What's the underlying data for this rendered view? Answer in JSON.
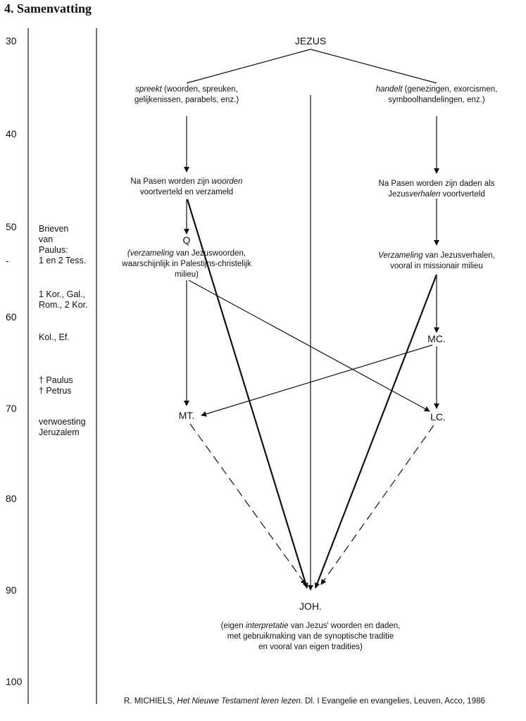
{
  "title": "4. Samenvatting",
  "years": [
    "30",
    "40",
    "50",
    "-",
    "60",
    "70",
    "80",
    "90",
    "100"
  ],
  "events": {
    "brieven": [
      "Brieven",
      "van",
      "Paulus:",
      "1 en 2 Tess."
    ],
    "kor": [
      "1 Kor., Gal.,",
      "Rom., 2 Kor."
    ],
    "kol": "Kol., Ef.",
    "dood": [
      "† Paulus",
      "† Petrus"
    ],
    "verwoesting": [
      "verwoesting",
      "Jeruzalem"
    ]
  },
  "nodes": {
    "jezus": "JEZUS",
    "spreekt": {
      "em": "spreekt",
      "rest": " (woorden, spreuken,",
      "line2": "gelijkenissen, parabels, enz.)"
    },
    "handelt": {
      "em": "handelt",
      "rest": " (genezingen, exorcismen,",
      "line2": "symboolhandelingen, enz.)"
    },
    "pasen_woorden": {
      "a": "Na Pasen worden zijn ",
      "em": "woorden",
      "line2": "voortverteld en verzameld"
    },
    "pasen_daden": {
      "line1": "Na Pasen worden zijn daden als",
      "a": "Jezus",
      "em": "verhalen",
      "b": " voortverteld"
    },
    "q": "Q",
    "q_desc": {
      "em": "(verzameling",
      "rest": " van Jezuswoorden,",
      "line2": "waarschijnlijk in Palestijns-christelijk",
      "line3": "milieu)"
    },
    "verz": {
      "em": "Verzameling",
      "rest": " van Jezusverhalen,",
      "line2": "vooral in missionair milieu"
    },
    "mc": "MC.",
    "mt": "MT.",
    "lc": "LC.",
    "joh": "JOH.",
    "joh_desc": {
      "a": "(eigen ",
      "em": "interpretatie",
      "b": " van Jezus' woorden en daden,",
      "line2": "met gebruikmaking van de synoptische traditie",
      "line3": "en vooral van eigen tradities)"
    }
  },
  "citation": {
    "a": "R. MICHIELS, ",
    "em": "Het Nieuwe Testament leren lezen.",
    "b": " Dl. I Evangelie en evangelies, Leuven, Acco, 1986"
  }
}
